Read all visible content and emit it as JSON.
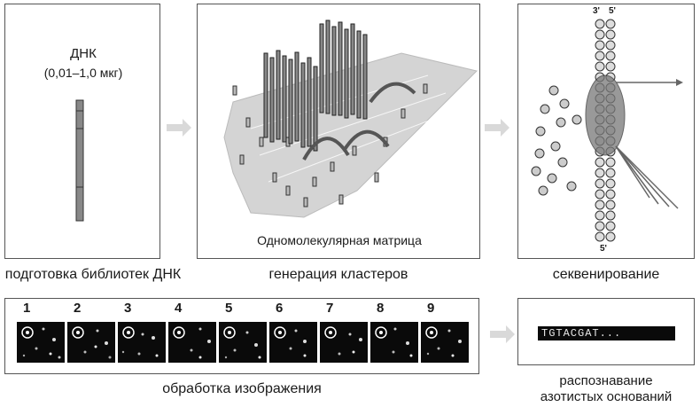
{
  "panels": {
    "library": {
      "dna_label": "ДНК",
      "dna_amount": "(0,01–1,0 мкг)",
      "caption": "подготовка библиотек ДНК"
    },
    "clusters": {
      "inner_label": "Одномолекулярная матрица",
      "caption": "генерация кластеров"
    },
    "sequencing": {
      "strand_top_left": "3'",
      "strand_top_right": "5'",
      "strand_bottom": "5'",
      "caption": "секвенирование"
    },
    "imaging": {
      "frame_numbers": [
        "1",
        "2",
        "3",
        "4",
        "5",
        "6",
        "7",
        "8",
        "9"
      ],
      "caption": "обработка изображения"
    },
    "basecalling": {
      "sequence": "TGTACGAT...",
      "caption_line1": "распознавание",
      "caption_line2": "азотистых оснований"
    }
  },
  "colors": {
    "panel_border": "#555555",
    "flow_arrow": "#d9d9d9",
    "frame_background": "#0a0a0a"
  },
  "icons": [
    "flow-arrow-icon"
  ]
}
